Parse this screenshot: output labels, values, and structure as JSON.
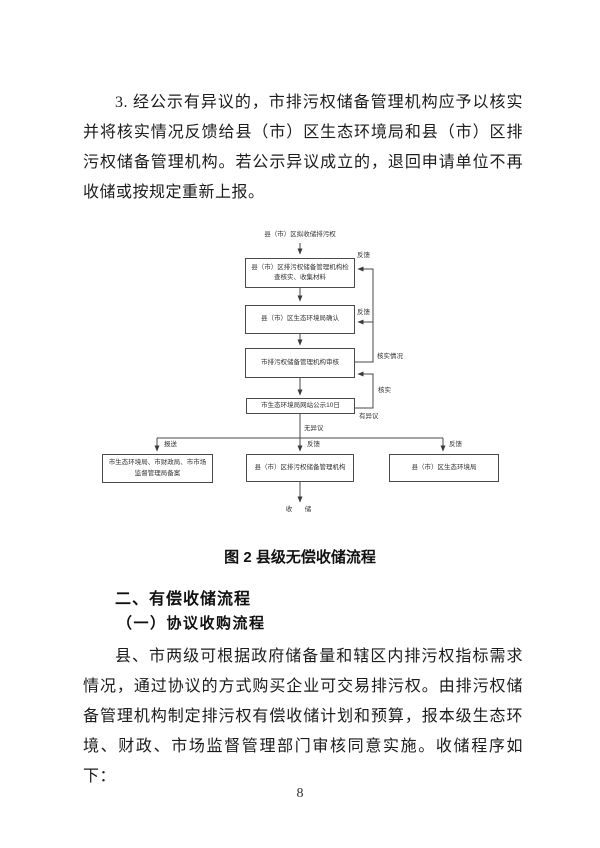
{
  "paragraphs": {
    "p1": "3. 经公示有异议的，市排污权储备管理机构应予以核实并将核实情况反馈给县（市）区生态环境局和县（市）区排污权储备管理机构。若公示异议成立的，退回申请单位不再收储或按规定重新上报。",
    "p2": "县、市两级可根据政府储备量和辖区内排污权指标需求情况，通过协议的方式购买企业可交易排污权。由排污权储备管理机构制定排污权有偿收储计划和预算，报本级生态环境、财政、市场监督管理部门审核同意实施。收储程序如下："
  },
  "figure": {
    "caption": "图 2 县级无偿收储流程",
    "start_label": "县（市）区拟收储排污权",
    "boxes": {
      "check": "县（市）区排污权储备管理机构检查核实、收集材料",
      "confirm": "县（市）区生态环境局确认",
      "review": "市排污权储备管理机构审核",
      "publicity": "市生态环境局网站公示10日",
      "filing": "市生态环境局、市财政局、市市场监督管理局备案",
      "county_reserve": "县（市）区排污权储备管理机构",
      "county_eco": "县（市）区生态环境局"
    },
    "labels": {
      "feedback_top": "反馈",
      "feedback_mid": "反馈",
      "verified_status": "核实情况",
      "verify": "核实",
      "objection": "有异议",
      "no_objection": "无异议",
      "submit": "报送",
      "feedback_center": "反馈",
      "feedback_right": "反馈"
    },
    "end_label": "收　储"
  },
  "sections": {
    "heading": "二、有偿收储流程",
    "subheading": "（一）协议收购流程"
  },
  "page_number": "8"
}
